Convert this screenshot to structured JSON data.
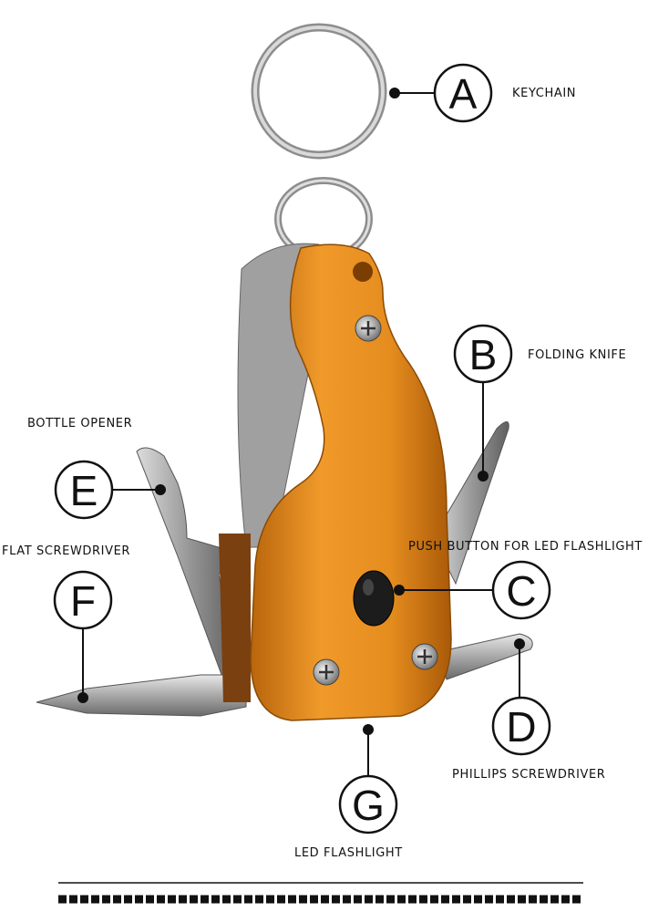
{
  "labels": {
    "A": "KEYCHAIN",
    "B": "FOLDING KNIFE",
    "C": "PUSH BUTTON FOR LED FLASHLIGHT",
    "D": "PHILLIPS SCREWDRIVER",
    "E": "BOTTLE OPENER",
    "F": "FLAT SCREWDRIVER",
    "G": "LED FLASHLIGHT"
  },
  "callouts": {
    "A": "A",
    "B": "B",
    "C": "C",
    "D": "D",
    "E": "E",
    "F": "F",
    "G": "G"
  },
  "colors": {
    "body": "#e08a1e",
    "body_dark": "#b3620a",
    "steel": "#b8b8b8",
    "ink": "#111111"
  }
}
